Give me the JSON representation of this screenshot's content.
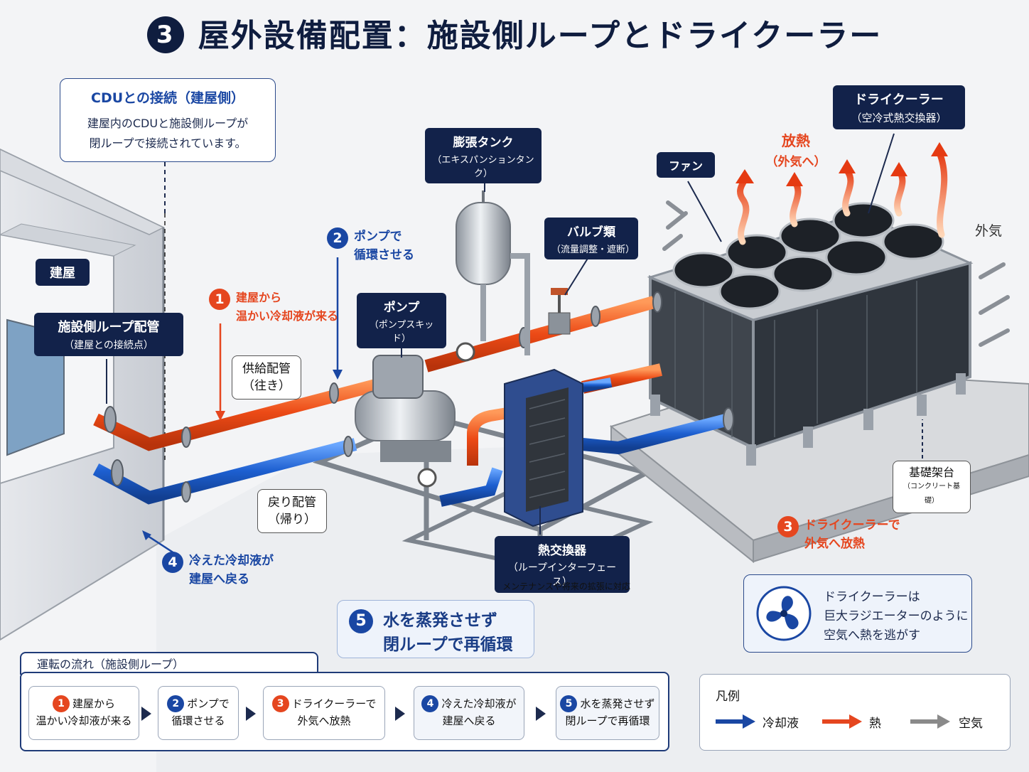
{
  "title": {
    "number": "3",
    "text": "屋外設備配置：施設側ループとドライクーラー"
  },
  "cdu_box": {
    "title": "CDUとの接続（建屋側）",
    "line1": "建屋内のCDUと施設側ループが",
    "line2": "閉ループで接続されています。"
  },
  "building_label": "建屋",
  "facility_pipe": {
    "title": "施設側ループ配管",
    "sub": "（建屋との接続点）"
  },
  "expansion_tank": {
    "title": "膨張タンク",
    "sub": "（エキスパンションタンク）"
  },
  "pump": {
    "title": "ポンプ",
    "sub": "（ポンプスキッド）"
  },
  "valves": {
    "title": "バルブ類",
    "sub": "（流量調整・遮断）"
  },
  "fan_label": "ファン",
  "dry_cooler": {
    "title": "ドライクーラー",
    "sub": "（空冷式熱交換器）"
  },
  "heat_release": {
    "line1": "放熱",
    "line2": "（外気へ）"
  },
  "outside_air": "外気",
  "supply_pipe": {
    "line1": "供給配管",
    "line2": "（往き）"
  },
  "return_pipe": {
    "line1": "戻り配管",
    "line2": "（帰り）"
  },
  "heat_exchanger": {
    "title": "熱交換器",
    "sub": "（ループインターフェース）",
    "note": "メンテナンスや将来の拡張に対応"
  },
  "foundation": {
    "title": "基礎架台",
    "sub": "（コンクリート基礎）"
  },
  "steps": {
    "s1": {
      "num": "1",
      "line1": "建屋から",
      "line2": "温かい冷却液が来る"
    },
    "s2": {
      "num": "2",
      "line1": "ポンプで",
      "line2": "循環させる"
    },
    "s3": {
      "num": "3",
      "line1": "ドライクーラーで",
      "line2": "外気へ放熱"
    },
    "s4": {
      "num": "4",
      "line1": "冷えた冷却液が",
      "line2": "建屋へ戻る"
    },
    "s5": {
      "num": "5",
      "line1": "水を蒸発させず",
      "line2": "閉ループで再循環"
    }
  },
  "radiator_note": {
    "line1": "ドライクーラーは",
    "line2": "巨大ラジエーターのように",
    "line3": "空気へ熱を逃がす"
  },
  "flow": {
    "title": "運転の流れ（施設側ループ）",
    "items": [
      {
        "num": "1",
        "line1": "建屋から",
        "line2": "温かい冷却液が来る",
        "color": "#e5461f"
      },
      {
        "num": "2",
        "line1": "ポンプで",
        "line2": "循環させる",
        "color": "#1a47a3"
      },
      {
        "num": "3",
        "line1": "ドライクーラーで",
        "line2": "外気へ放熱",
        "color": "#e5461f"
      },
      {
        "num": "4",
        "line1": "冷えた冷却液が",
        "line2": "建屋へ戻る",
        "color": "#1a47a3"
      },
      {
        "num": "5",
        "line1": "水を蒸発させず",
        "line2": "閉ループで再循環",
        "color": "#1a47a3"
      }
    ]
  },
  "legend": {
    "title": "凡例",
    "coolant": "冷却液",
    "heat": "熱",
    "air": "空気",
    "coolant_color": "#1a47a3",
    "heat_color": "#e5461f",
    "air_color": "#8a8a8a"
  }
}
